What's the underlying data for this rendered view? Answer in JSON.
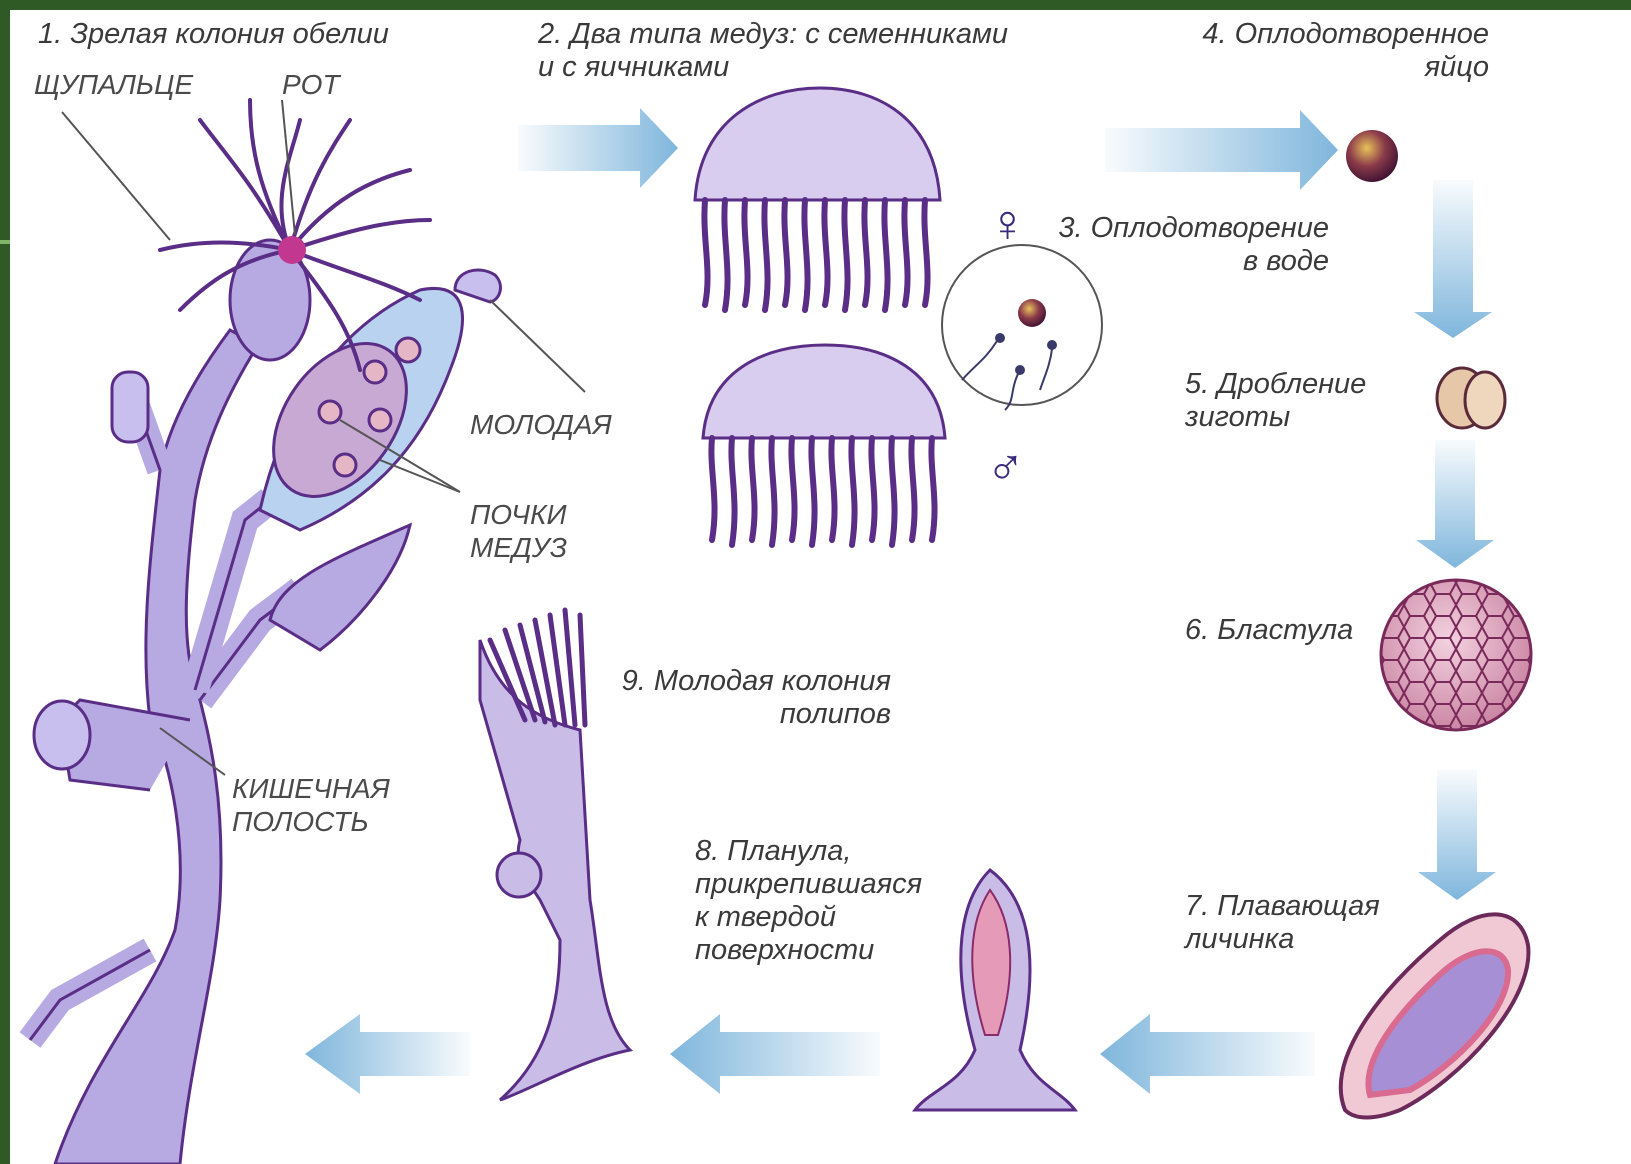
{
  "stages": {
    "s1": "1. Зрелая колония обелии",
    "s2": "2. Два типа медуз: с семенниками\nи с яичниками",
    "s3": "3. Оплодотворение\nв воде",
    "s4": "4. Оплодотворенное\nяйцо",
    "s5": "5. Дробление\nзиготы",
    "s6": "6. Бластула",
    "s7": "7. Плавающая\nличинка",
    "s8": "8. Планула,\nприкрепившаяся\nк твердой\nповерхности",
    "s9": "9. Молодая колония\nполипов"
  },
  "parts": {
    "tentacle": "ЩУПАЛЬЦЕ",
    "mouth": "РОТ",
    "young": "МОЛОДАЯ",
    "buds": "ПОЧКИ\nМЕДУЗ",
    "cavity": "КИШЕЧНАЯ\nПОЛОСТЬ"
  },
  "symbols": {
    "female": "♀",
    "male": "♂"
  },
  "colors": {
    "frame": "#2f5a26",
    "arrow": "#7fb6dc",
    "organism": "#9b8ad0",
    "organism_dark": "#5a2d86",
    "egg": "#6b2a4a",
    "pink": "#d98aa8"
  }
}
